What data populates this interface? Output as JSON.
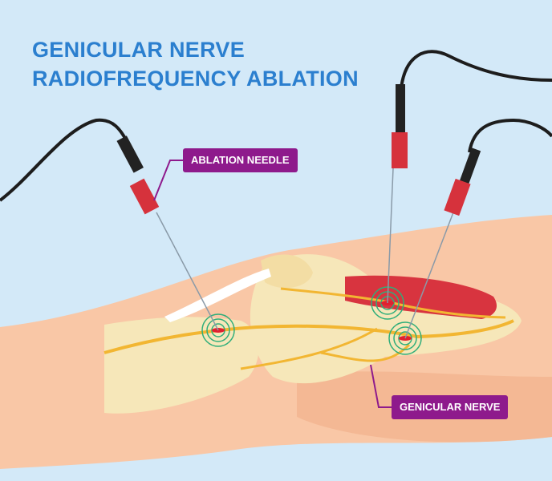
{
  "title": {
    "line1": "GENICULAR NERVE",
    "line2": "RADIOFREQUENCY ABLATION"
  },
  "labels": {
    "needle": "ABLATION NEEDLE",
    "nerve": "GENICULAR NERVE"
  },
  "colors": {
    "background": "#d3e9f8",
    "title": "#2b7fcf",
    "label": "#8e1a8c",
    "skin": "#f9c7a6",
    "bone": "#f6e7b9",
    "nerve": "#f2b632",
    "muscle": "#d8343f",
    "needle_hub": "#d6323c",
    "rings": "#2fae7a"
  }
}
